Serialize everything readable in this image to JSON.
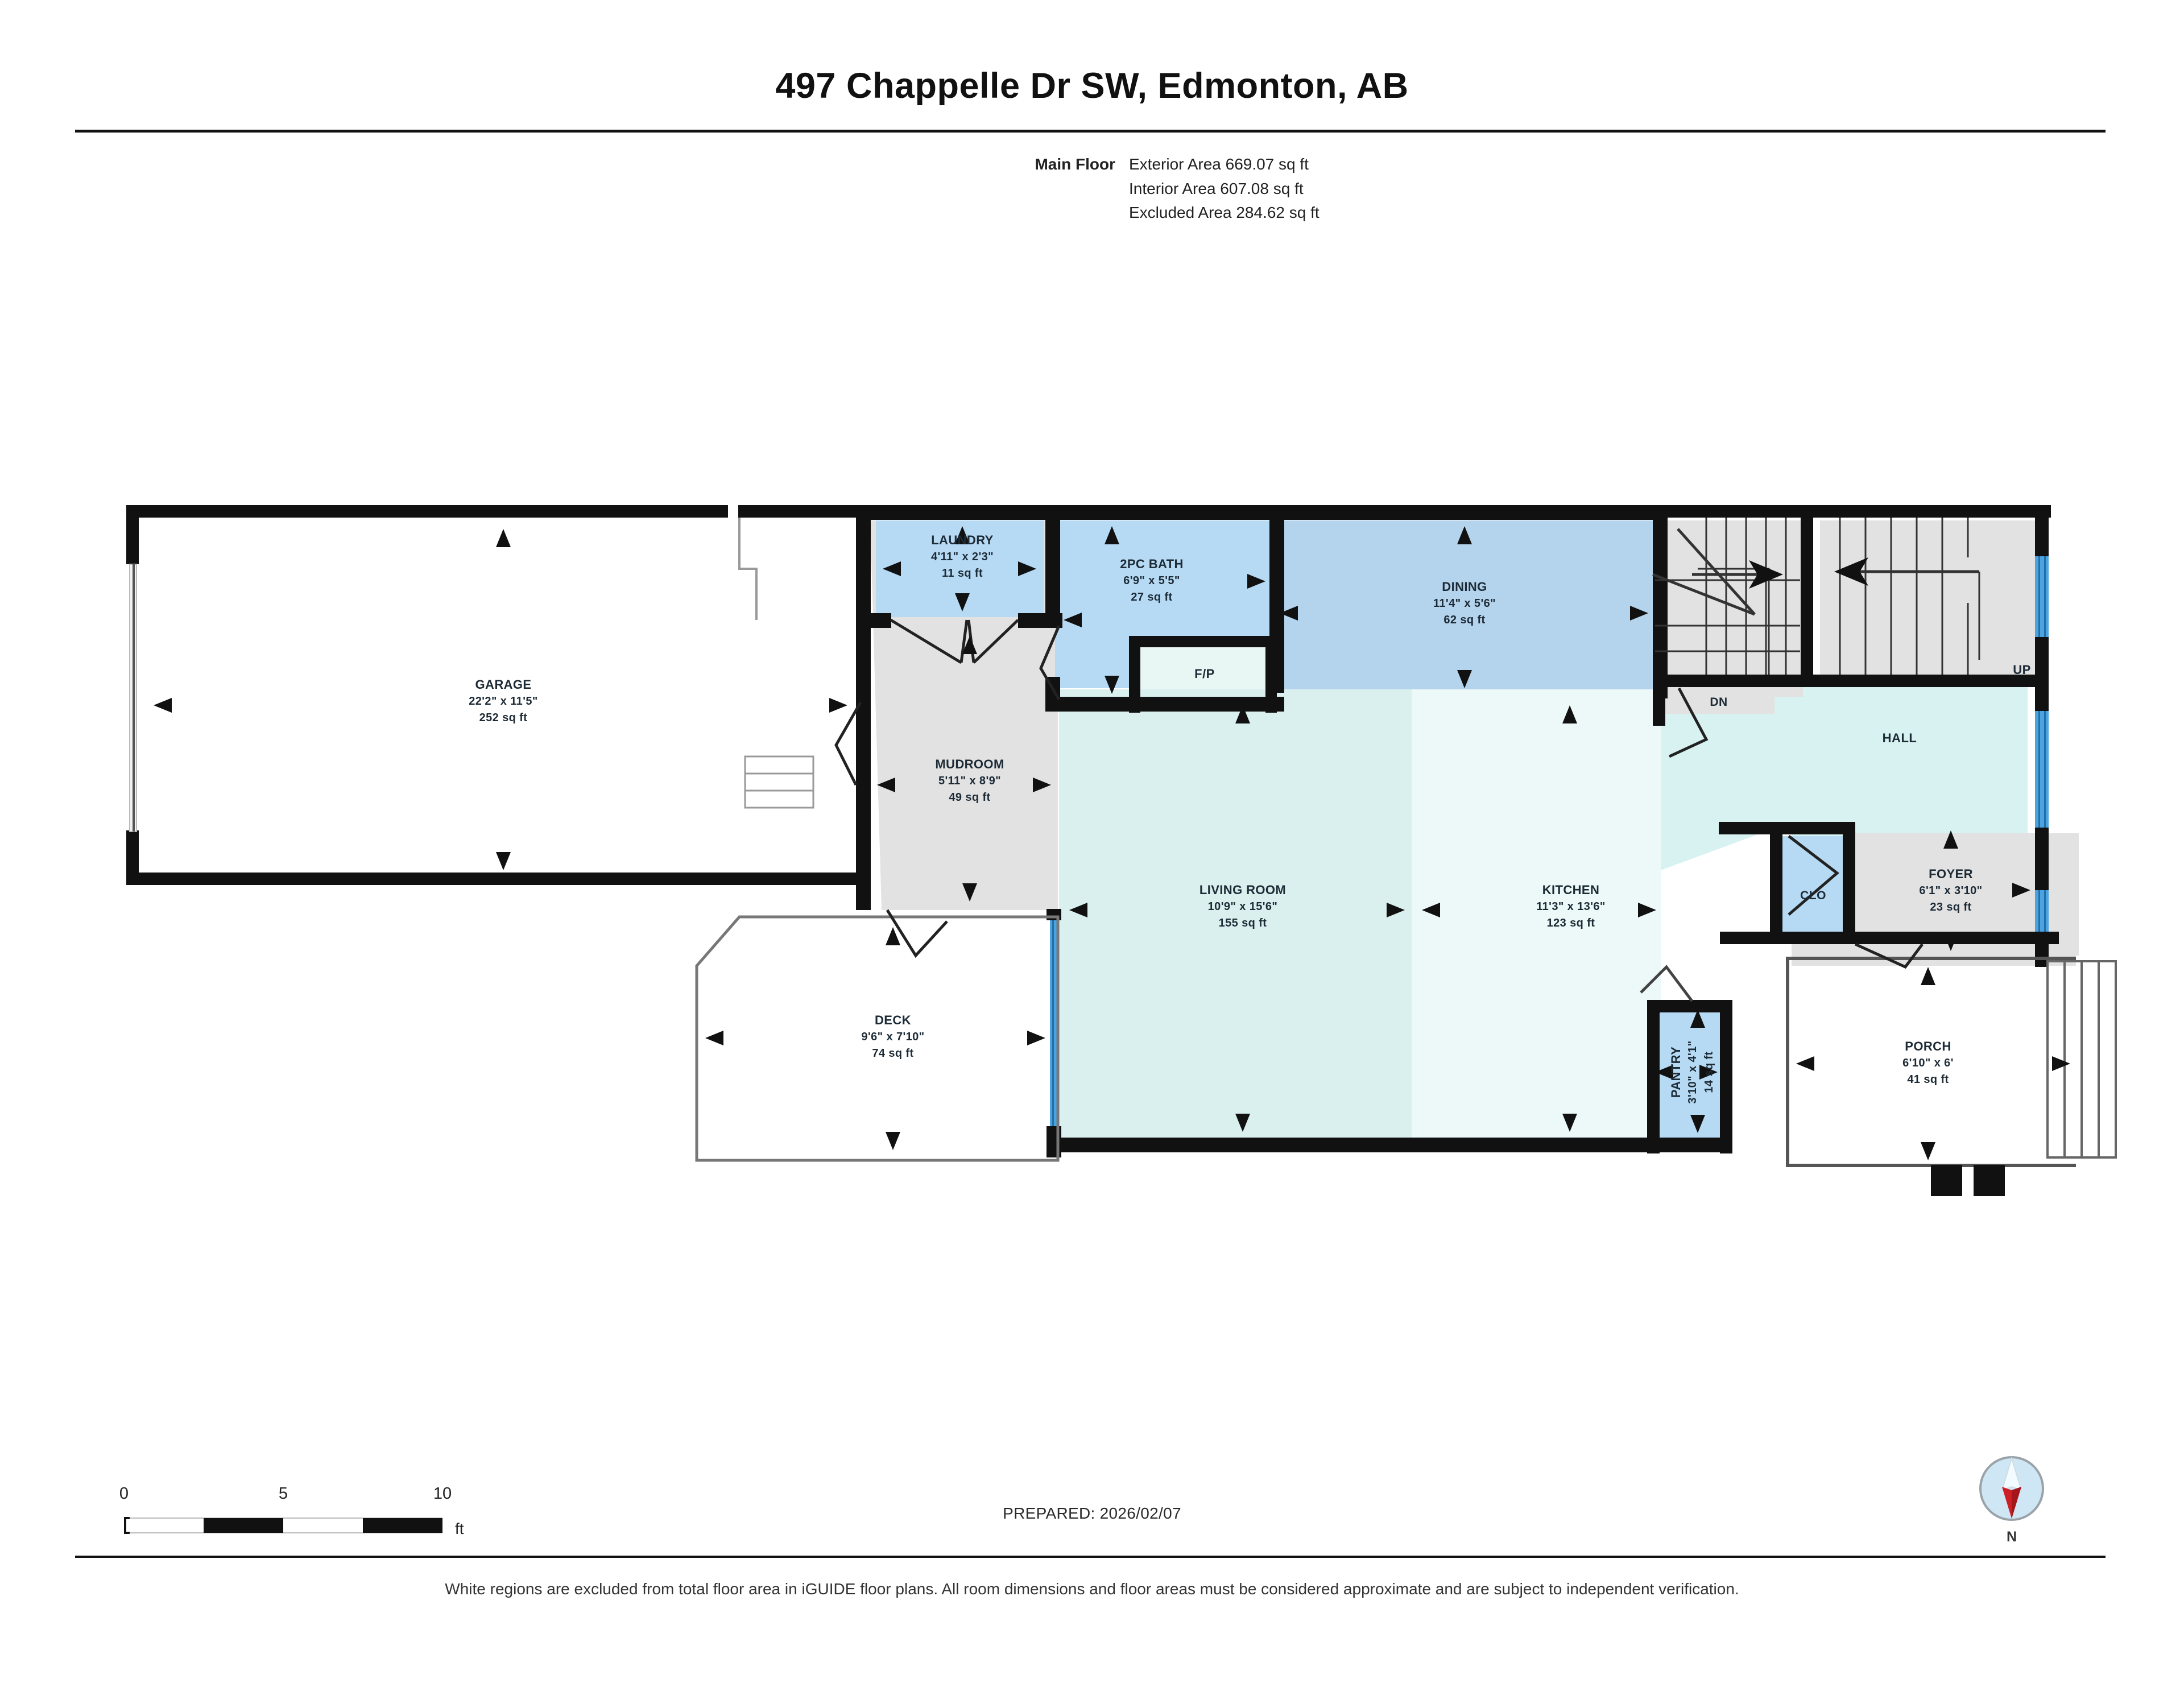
{
  "title": "497 Chappelle Dr SW, Edmonton, AB",
  "summary": {
    "floor_label": "Main Floor",
    "lines": [
      "Exterior Area 669.07 sq ft",
      "Interior Area 607.08 sq ft",
      "Excluded Area 284.62 sq ft"
    ]
  },
  "rooms": [
    {
      "name": "GARAGE",
      "dims": "22'2\" x 11'5\"",
      "area": "252 sq ft"
    },
    {
      "name": "LAUNDRY",
      "dims": "4'11\" x 2'3\"",
      "area": "11 sq ft"
    },
    {
      "name": "2PC BATH",
      "dims": "6'9\" x 5'5\"",
      "area": "27 sq ft"
    },
    {
      "name": "DINING",
      "dims": "11'4\" x 5'6\"",
      "area": "62 sq ft"
    },
    {
      "name": "MUDROOM",
      "dims": "5'11\" x 8'9\"",
      "area": "49 sq ft"
    },
    {
      "name": "LIVING ROOM",
      "dims": "10'9\" x 15'6\"",
      "area": "155 sq ft"
    },
    {
      "name": "KITCHEN",
      "dims": "11'3\" x 13'6\"",
      "area": "123 sq ft"
    },
    {
      "name": "DECK",
      "dims": "9'6\" x 7'10\"",
      "area": "74 sq ft"
    },
    {
      "name": "FOYER",
      "dims": "6'1\" x 3'10\"",
      "area": "23 sq ft"
    },
    {
      "name": "PANTRY",
      "dims": "3'10\" x 4'1\"",
      "area": "14 sq ft"
    },
    {
      "name": "PORCH",
      "dims": "6'10\" x 6'",
      "area": "41 sq ft"
    }
  ],
  "tags": {
    "fireplace": "F/P",
    "hall": "HALL",
    "closet": "CLO",
    "stairs_up": "UP",
    "stairs_down": "DN"
  },
  "scale": {
    "ticks": [
      "0",
      "5",
      "10"
    ],
    "unit": "ft"
  },
  "prepared": "PREPARED: 2026/02/07",
  "compass": {
    "north_label": "N"
  },
  "disclaimer": "White regions are excluded from total floor area in iGUIDE floor plans. All room dimensions and floor areas must be considered approximate and are subject to independent verification.",
  "colors": {
    "wall": "#111111",
    "window": "#4da3e0",
    "fill_blue_dark": "#b8d4ec",
    "fill_blue_light": "#b3d9f2",
    "fill_mint": "#dff2f0",
    "fill_mint_pale": "#edf8f7",
    "fill_gray": "#e0e0e0",
    "fill_white": "#ffffff",
    "compass_needle": "#cc2026",
    "compass_body": "#cfe6f5"
  }
}
